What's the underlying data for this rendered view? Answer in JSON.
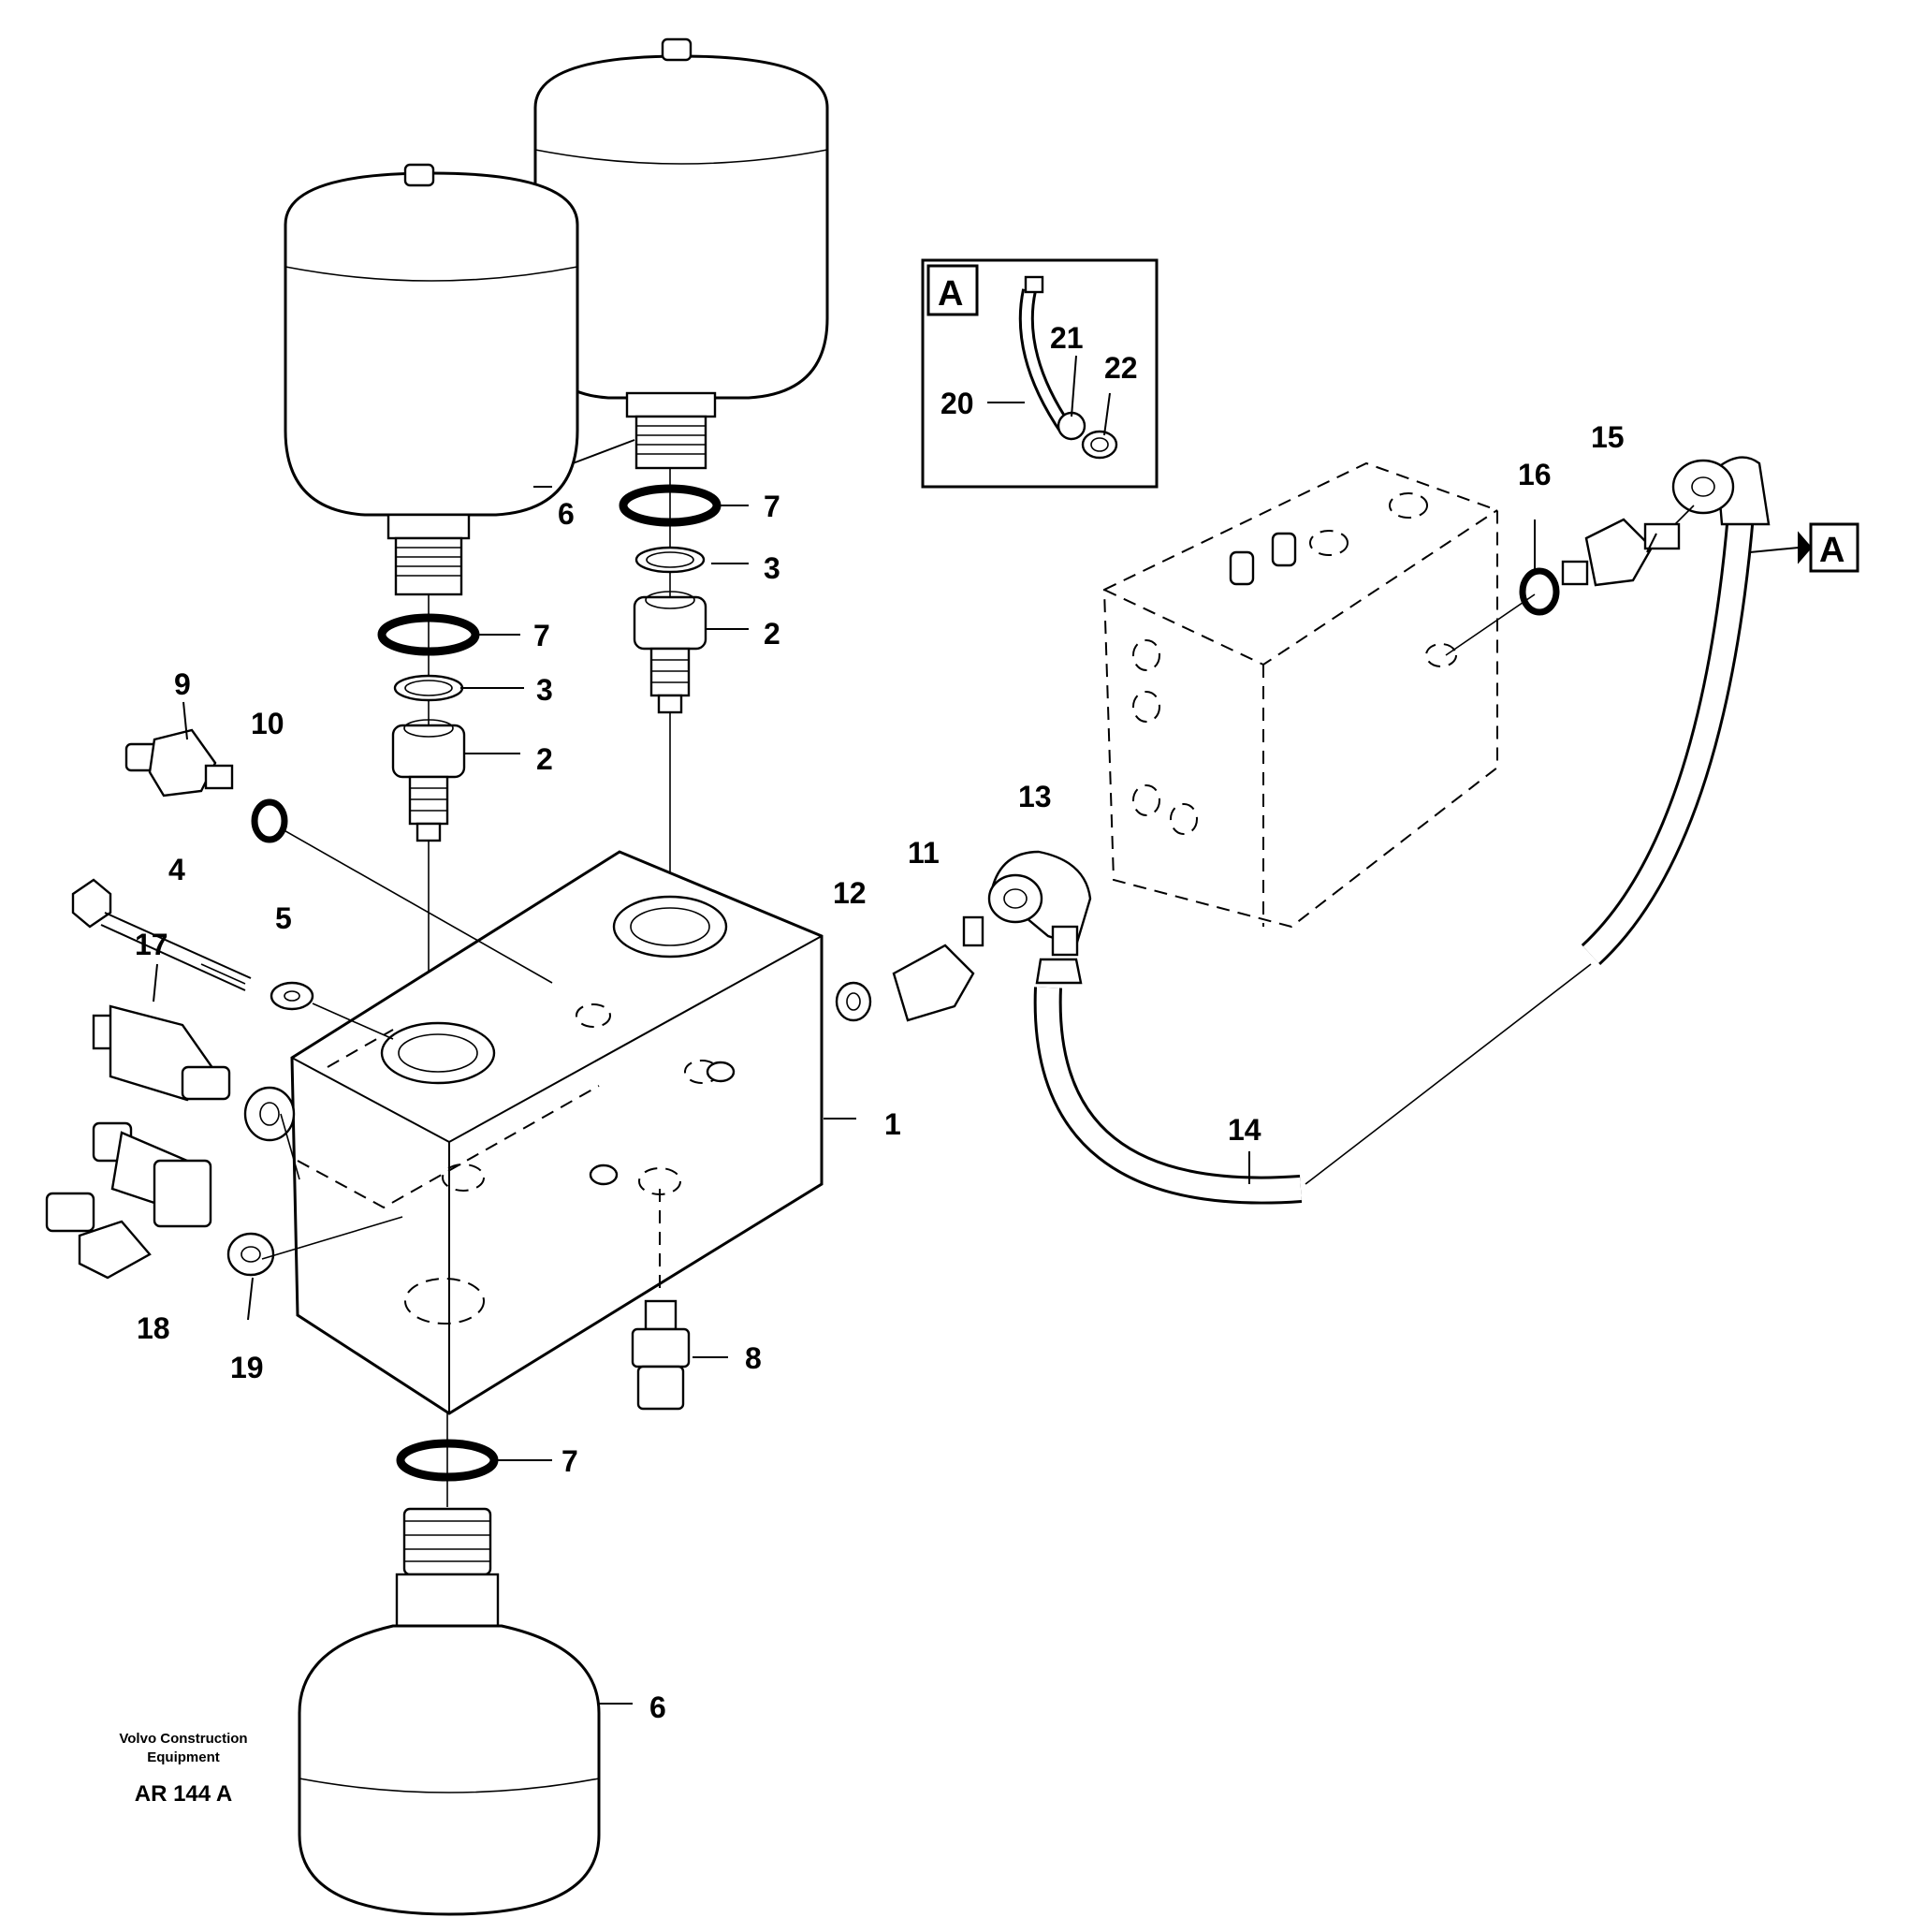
{
  "callouts": [
    {
      "id": "c1",
      "text": "1"
    },
    {
      "id": "c2a",
      "text": "2"
    },
    {
      "id": "c2b",
      "text": "2"
    },
    {
      "id": "c3a",
      "text": "3"
    },
    {
      "id": "c3b",
      "text": "3"
    },
    {
      "id": "c4",
      "text": "4"
    },
    {
      "id": "c5",
      "text": "5"
    },
    {
      "id": "c6a",
      "text": "6"
    },
    {
      "id": "c6b",
      "text": "6"
    },
    {
      "id": "c7a",
      "text": "7"
    },
    {
      "id": "c7b",
      "text": "7"
    },
    {
      "id": "c7c",
      "text": "7"
    },
    {
      "id": "c8",
      "text": "8"
    },
    {
      "id": "c9",
      "text": "9"
    },
    {
      "id": "c10",
      "text": "10"
    },
    {
      "id": "c11",
      "text": "11"
    },
    {
      "id": "c12",
      "text": "12"
    },
    {
      "id": "c13",
      "text": "13"
    },
    {
      "id": "c14",
      "text": "14"
    },
    {
      "id": "c15",
      "text": "15"
    },
    {
      "id": "c16",
      "text": "16"
    },
    {
      "id": "c17",
      "text": "17"
    },
    {
      "id": "c18",
      "text": "18"
    },
    {
      "id": "c19",
      "text": "19"
    },
    {
      "id": "c20",
      "text": "20"
    },
    {
      "id": "c21",
      "text": "21"
    },
    {
      "id": "c22",
      "text": "22"
    }
  ],
  "detail_view": {
    "label": "A"
  },
  "detail_reference": {
    "label": "A"
  },
  "credit": {
    "line1": "Volvo Construction",
    "line2": "Equipment",
    "code": "AR 144 A"
  }
}
